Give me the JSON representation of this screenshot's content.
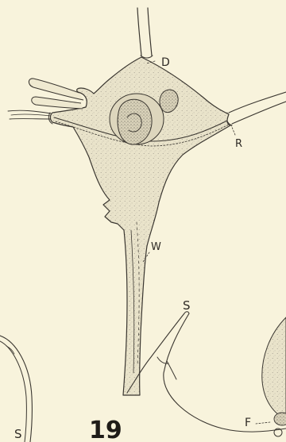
{
  "figure": {
    "number": "19",
    "colors": {
      "paper": "#f8f3dc",
      "ink": "#3a3630",
      "cell_fill": "#e6e0c7",
      "nucleus": "#8f897d"
    },
    "labels": {
      "d": "D",
      "r": "R",
      "w": "W",
      "s_middle": "S",
      "s_left": "S",
      "f": "F"
    }
  }
}
